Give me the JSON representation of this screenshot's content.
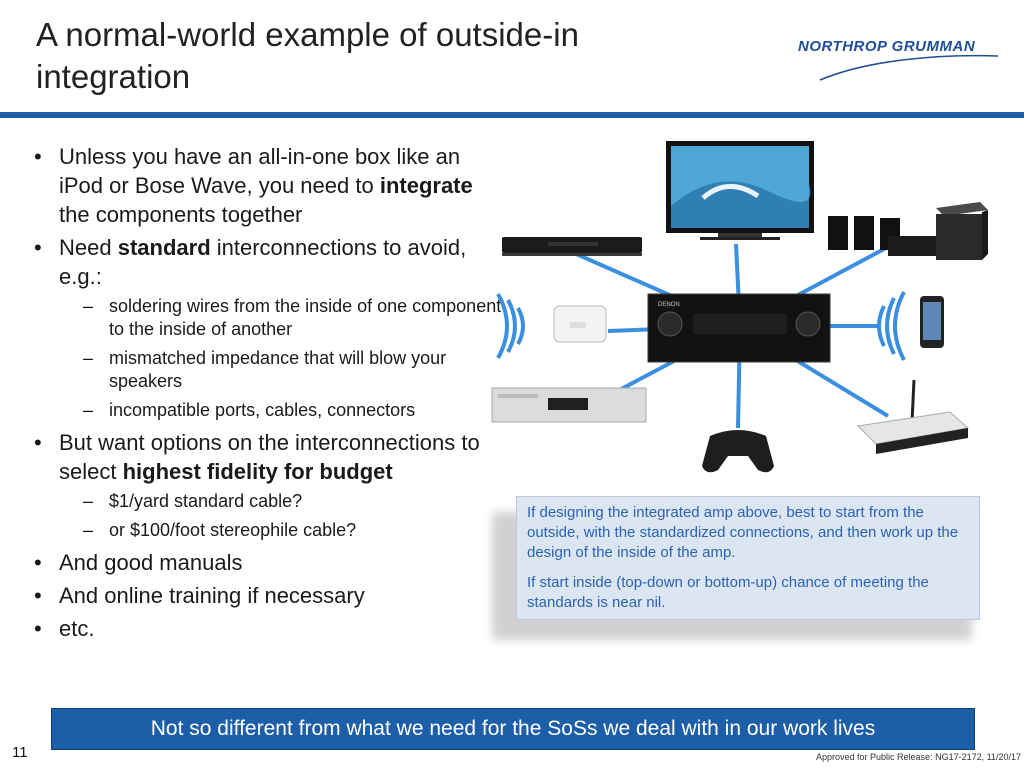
{
  "slide": {
    "title": "A normal-world example of outside-in integration",
    "logo_text": "NORTHROP GRUMMAN",
    "page_number": "11",
    "approval": "Approved for Public Release: NG17-2172, 11/20/17"
  },
  "bullets": {
    "b1": {
      "pre": "Unless you have an all-in-one box like an iPod or Bose Wave, you need to ",
      "bold": "integrate",
      "post": " the components together"
    },
    "b2": {
      "pre": "Need ",
      "bold": "standard",
      "post": " interconnections to avoid, e.g.:"
    },
    "b2_subs": [
      "soldering wires from the inside of one component to the inside of another",
      "mismatched impedance that will blow your speakers",
      "incompatible ports, cables, connectors"
    ],
    "b3": {
      "pre": "But want options on the interconnections to select ",
      "bold": "highest fidelity for budget",
      "post": ""
    },
    "b3_subs": [
      "$1/yard standard cable?",
      "or $100/foot stereophile cable?"
    ],
    "b4": "And good manuals",
    "b5": "And online training if necessary",
    "b6": "etc.",
    "bullet_glyph": "•",
    "dash_glyph": "–"
  },
  "callout": {
    "p1": "If designing the integrated amp above, best to start from the outside, with the standardized connections, and then work up the design of the inside of the amp.",
    "p2": "If start inside (top-down or bottom-up) chance of meeting the standards is near nil."
  },
  "banner": {
    "text": "Not so different from what we need for the SoSs we deal with in our work lives"
  },
  "diagram": {
    "receiver_brand": "DENON",
    "icons": [
      "tv-icon",
      "dvd-player-icon",
      "speakers-icon",
      "subwoofer-icon",
      "wireless-bridge-icon",
      "vcr-icon",
      "receiver-icon",
      "phone-icon",
      "game-controller-icon",
      "router-icon",
      "wifi-signal-icon"
    ],
    "colors": {
      "link": "#3a8fe0",
      "accent": "#1d5ea8",
      "callout_text": "#2b62b5",
      "callout_bg": "#dce6f2"
    }
  }
}
